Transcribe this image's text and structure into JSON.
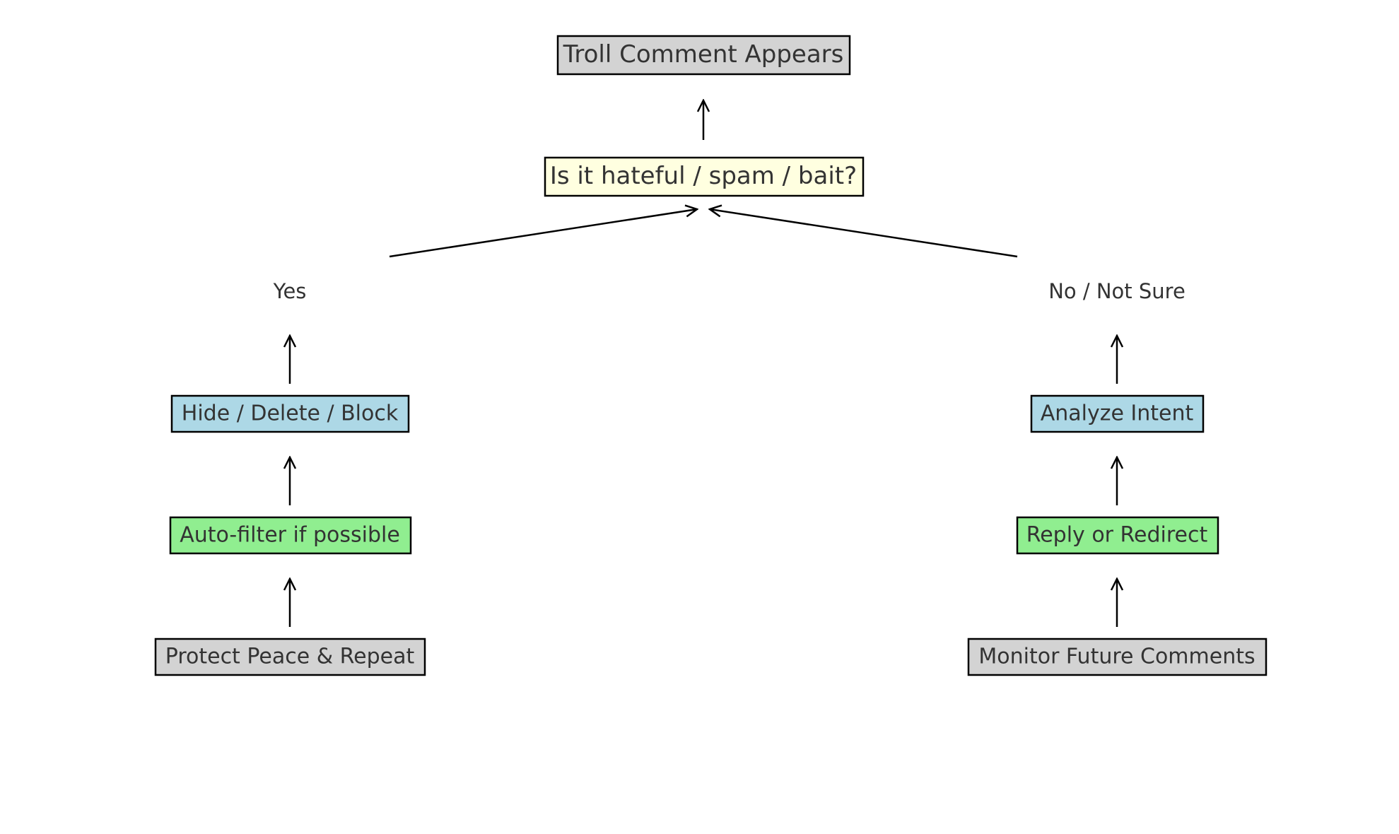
{
  "colors": {
    "gray": "#d3d3d3",
    "yellow": "#ffffe0",
    "blue": "#add8e6",
    "green": "#90ee90",
    "text": "#333333",
    "stroke": "#000000"
  },
  "nodes": {
    "start": {
      "text": "Troll Comment Appears",
      "fill": "gray"
    },
    "question": {
      "text": "Is it hateful / spam / bait?",
      "fill": "yellow"
    },
    "yes": {
      "text": "Yes"
    },
    "no": {
      "text": "No / Not Sure"
    },
    "hide": {
      "text": "Hide / Delete / Block",
      "fill": "blue"
    },
    "analyze": {
      "text": "Analyze Intent",
      "fill": "blue"
    },
    "autofilter": {
      "text": "Auto-filter if possible",
      "fill": "green"
    },
    "reply": {
      "text": "Reply or Redirect",
      "fill": "green"
    },
    "protect": {
      "text": "Protect Peace & Repeat",
      "fill": "gray"
    },
    "monitor": {
      "text": "Monitor Future Comments",
      "fill": "gray"
    }
  },
  "edges": [
    {
      "from": "question",
      "to": "start"
    },
    {
      "from": "yes",
      "to": "question"
    },
    {
      "from": "no",
      "to": "question"
    },
    {
      "from": "hide",
      "to": "yes"
    },
    {
      "from": "analyze",
      "to": "no"
    },
    {
      "from": "autofilter",
      "to": "hide"
    },
    {
      "from": "reply",
      "to": "analyze"
    },
    {
      "from": "protect",
      "to": "autofilter"
    },
    {
      "from": "monitor",
      "to": "reply"
    }
  ]
}
